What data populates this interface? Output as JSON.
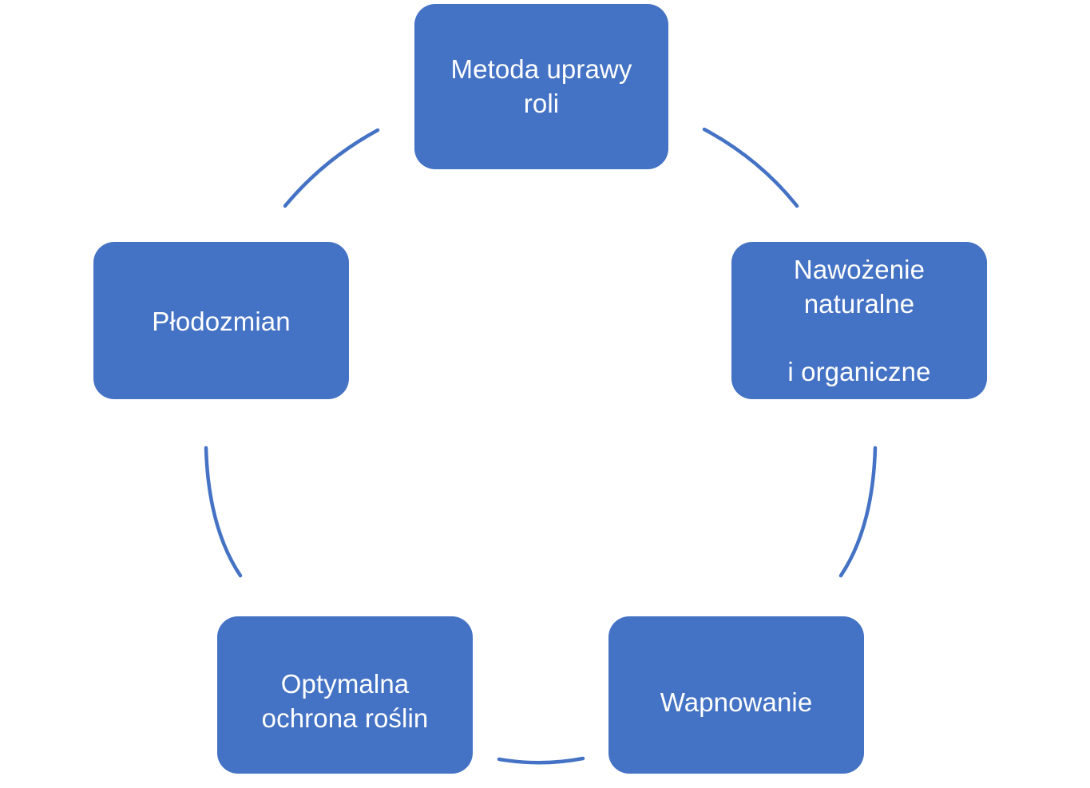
{
  "diagram": {
    "type": "cycle",
    "title": "",
    "accent_color": "#4472C4",
    "text_color": "#FFFFFF",
    "background_color": "#FFFFFF",
    "node_count": 5,
    "nodes": [
      {
        "id": "metoda-uprawy-roli",
        "label": "Metoda uprawy\nroli",
        "position": "top"
      },
      {
        "id": "nawozenie",
        "label": "Nawożenie\nnaturalne\n\ni organiczne",
        "position": "right"
      },
      {
        "id": "wapnowanie",
        "label": "Wapnowanie",
        "position": "bottom-right"
      },
      {
        "id": "optymalna-ochrona",
        "label": "Optymalna\nochrona roślin",
        "position": "bottom-left"
      },
      {
        "id": "plodozmian",
        "label": "Płodozmian",
        "position": "left"
      }
    ],
    "connectors": [
      {
        "id": "plodozmian-to-metoda",
        "from": "plodozmian",
        "to": "metoda-uprawy-roli"
      },
      {
        "id": "metoda-to-nawozenie",
        "from": "metoda-uprawy-roli",
        "to": "nawozenie"
      },
      {
        "id": "nawozenie-to-wapnowanie",
        "from": "nawozenie",
        "to": "wapnowanie"
      },
      {
        "id": "wapnowanie-to-optymalna",
        "from": "wapnowanie",
        "to": "optymalna-ochrona"
      },
      {
        "id": "optymalna-to-plodozmian",
        "from": "optymalna-ochrona",
        "to": "plodozmian"
      }
    ]
  }
}
